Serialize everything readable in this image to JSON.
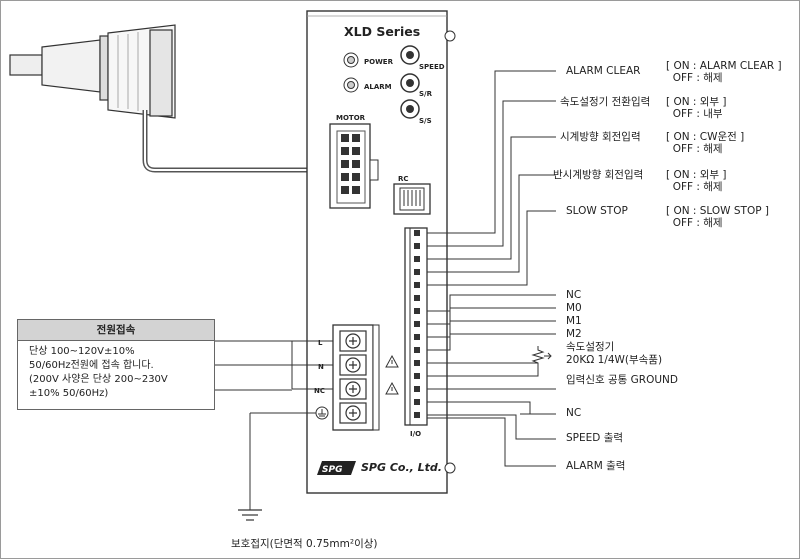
{
  "device": {
    "series_title": "XLD Series",
    "led_power": "POWER",
    "led_alarm": "ALARM",
    "knob_speed": "SPEED",
    "knob_sr": "S/R",
    "knob_ss": "S/S",
    "motor_connector": "MOTOR",
    "rc_connector": "RC",
    "io_connector": "I/O",
    "terminal_l": "L",
    "terminal_n": "N",
    "terminal_nc": "NC",
    "brand": "SPG Co., Ltd."
  },
  "signals": {
    "alarm_clear": {
      "label": "ALARM CLEAR",
      "on": "ON : ALARM CLEAR",
      "off": "OFF : 해제"
    },
    "speed_select": {
      "label": "속도설정기 전환입력",
      "on": "ON : 외부",
      "off": "OFF : 내부"
    },
    "cw": {
      "label": "시계방향 회전입력",
      "on": "ON : CW운전",
      "off": "OFF : 해제"
    },
    "ccw": {
      "label": "반시계방향 회전입력",
      "on": "ON : 외부",
      "off": "OFF : 해제"
    },
    "slow_stop": {
      "label": "SLOW STOP",
      "on": "ON : SLOW STOP",
      "off": "OFF : 해제"
    },
    "nc1": "NC",
    "m0": "M0",
    "m1": "M1",
    "m2": "M2",
    "speed_pot": "속도설정기",
    "speed_pot_spec": "20KΩ 1/4W(부속품)",
    "input_ground": "입력신호 공통 GROUND",
    "nc2": "NC",
    "speed_out": "SPEED 출력",
    "alarm_out": "ALARM 출력"
  },
  "power": {
    "header": "전원접속",
    "lines": [
      "단상 100~120V±10%",
      "50/60Hz전원에 접속 합니다.",
      "(200V 사양은 단상 200~230V",
      "±10% 50/60Hz)"
    ]
  },
  "ground_label": "보호접지(단면적 0.75mm²이상)"
}
